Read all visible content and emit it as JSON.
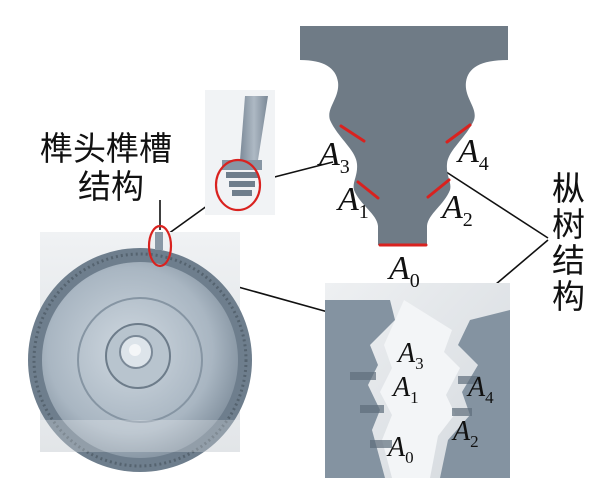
{
  "labels": {
    "tenon_mortise": [
      "榫头榫槽",
      "结构"
    ],
    "fir_tree": [
      "枞",
      "树",
      "结",
      "构"
    ],
    "points": [
      {
        "base": "A",
        "sub": "0"
      },
      {
        "base": "A",
        "sub": "1"
      },
      {
        "base": "A",
        "sub": "2"
      },
      {
        "base": "A",
        "sub": "3"
      },
      {
        "base": "A",
        "sub": "4"
      }
    ]
  },
  "colors": {
    "profile_fill": "#6f7b86",
    "highlight": "#d9221f",
    "callout_circle": "#d9221f",
    "leader_line": "#111111",
    "photo_steel": "#9aaab8",
    "photo_shadow": "#5e6d7b"
  },
  "icons": [
    "gear-disk-photo",
    "blade-root-photo",
    "fir-tree-section-photo"
  ]
}
